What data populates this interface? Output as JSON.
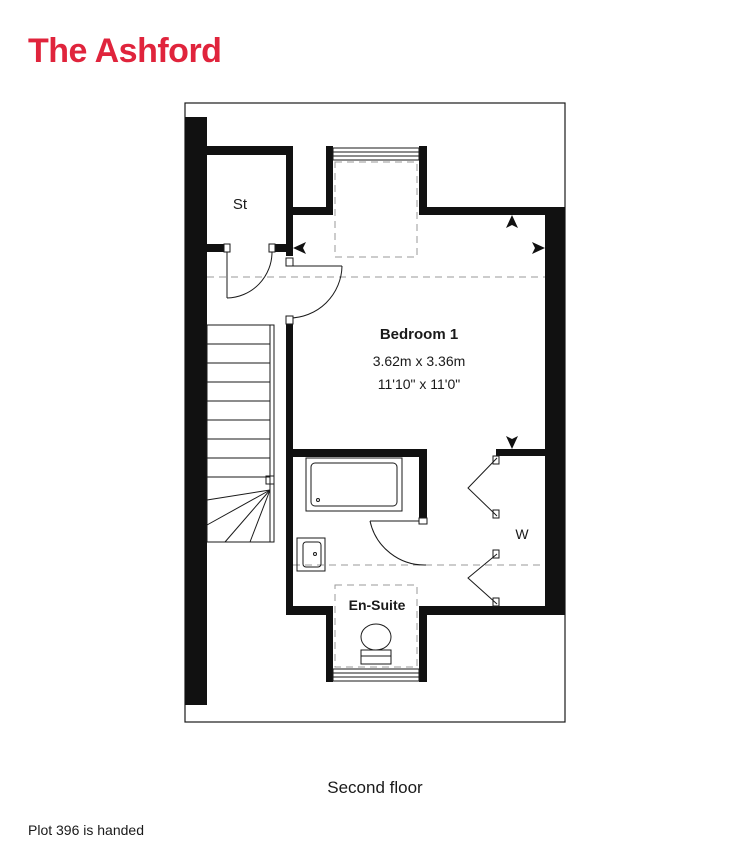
{
  "header": {
    "title": "The Ashford",
    "brand_color": "#e0243c"
  },
  "plan": {
    "rooms": {
      "store": "St",
      "bedroom": {
        "name": "Bedroom 1",
        "metric": "3.62m x 3.36m",
        "imperial": "11'10\" x 11'0\""
      },
      "wardrobe": "W",
      "ensuite": "En-Suite"
    }
  },
  "footer": {
    "floor_label": "Second floor",
    "note": "Plot 396 is handed"
  }
}
